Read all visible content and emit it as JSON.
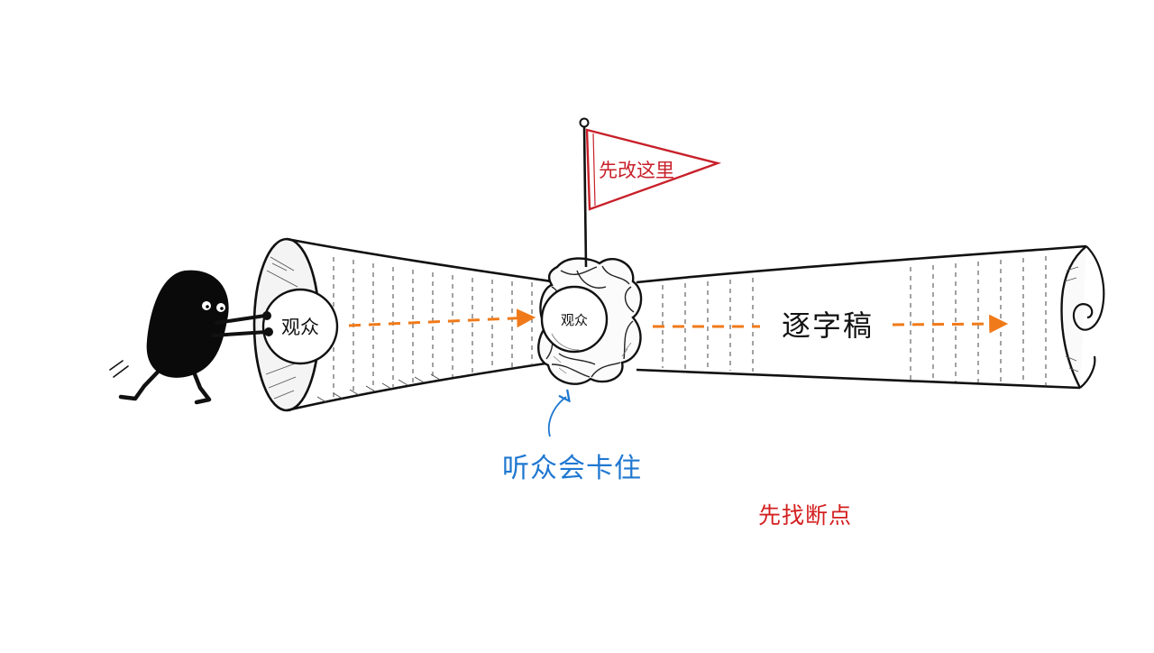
{
  "flag": {
    "text": "先改这里",
    "color": "#c8202a"
  },
  "ball_left": {
    "text": "观众"
  },
  "ball_middle": {
    "text": "观众"
  },
  "scroll_label": "逐字稿",
  "stuck_label": {
    "text": "听众会卡住",
    "color": "#1f78d1"
  },
  "find_break_label": {
    "text": "先找断点",
    "color": "#d42020"
  },
  "colors": {
    "arrow": "#f07a1a",
    "ink": "#111111"
  },
  "icons": [
    "character-icon",
    "ball-icon",
    "knot-icon",
    "flag-icon",
    "arrow-icon",
    "scroll-icon"
  ]
}
